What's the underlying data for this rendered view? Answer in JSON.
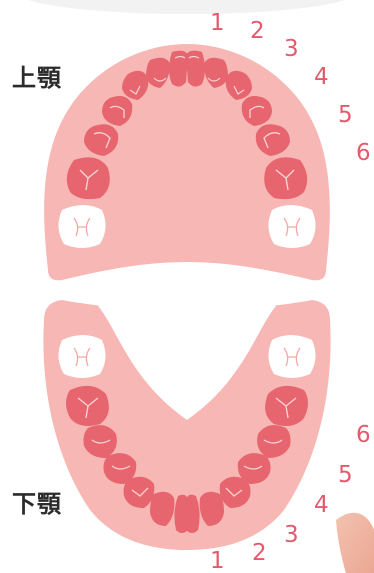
{
  "labels": {
    "upper_jaw": "上顎",
    "lower_jaw": "下顎"
  },
  "upper_numbers": [
    "1",
    "2",
    "3",
    "4",
    "5",
    "6"
  ],
  "lower_numbers": [
    "1",
    "2",
    "3",
    "4",
    "5",
    "6"
  ],
  "colors": {
    "gum": "#f6b7b5",
    "gum_edge": "#f2a8a6",
    "tooth": "#e6656f",
    "tooth_detail": "#fbd2d4",
    "molar_white": "#ffffff",
    "number": "#e45a6c",
    "label_text": "#2b2b2b"
  }
}
